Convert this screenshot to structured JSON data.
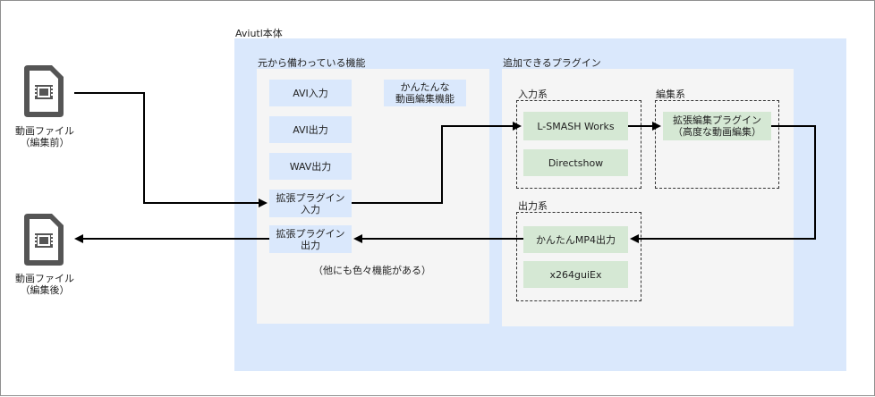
{
  "main_title": "Aviutl本体",
  "builtin": {
    "title": "元から備わっている機能",
    "avi_input": "AVI入力",
    "avi_output": "AVI出力",
    "wav_output": "WAV出力",
    "ext_input": "拡張プラグイン\n入力",
    "ext_output": "拡張プラグイン\n出力",
    "simple_edit": "かんたんな\n動画編集機能",
    "others_note": "（他にも色々機能がある）"
  },
  "plugins": {
    "title": "追加できるプラグイン",
    "input_group": {
      "title": "入力系",
      "items": [
        "L-SMASH Works",
        "Directshow"
      ]
    },
    "edit_group": {
      "title": "編集系",
      "item": "拡張編集プラグイン\n（高度な動画編集）"
    },
    "output_group": {
      "title": "出力系",
      "items": [
        "かんたんMP4出力",
        "x264guiEx"
      ]
    }
  },
  "files": {
    "before": "動画ファイル\n（編集前）",
    "after": "動画ファイル\n（編集後）"
  },
  "icons": {
    "video_file": "video-file-icon"
  },
  "colors": {
    "blue": "#dae8fc",
    "grey": "#f5f5f5",
    "green": "#d5e8d4",
    "icon": "#555555"
  }
}
